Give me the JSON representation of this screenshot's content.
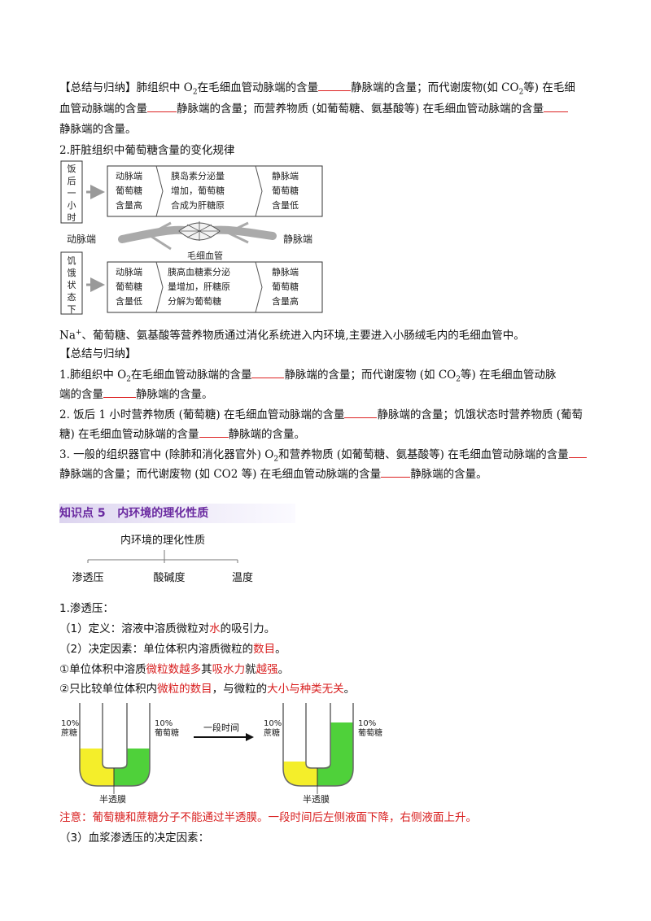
{
  "summary_top": {
    "l1a": "【总结与归纳】肺组织中 O",
    "l1sub": "2",
    "l1b": "在毛细血管动脉端的含量",
    "l1c": "静脉端的含量；而代谢废物(如 CO",
    "l1sub2": "2",
    "l1d": "等) 在毛细",
    "l2a": "血管动脉端的含量",
    "l2b": "静脉端的含量；而营养物质 (如葡萄糖、氨基酸等) 在毛细血管动脉端的含量",
    "l3": "静脉端的含量。"
  },
  "liver_heading": "2.肝脏组织中葡萄糖含量的变化规律",
  "liver_diagram": {
    "top_side": [
      "饭",
      "后",
      "一",
      "小",
      "时"
    ],
    "top_boxes": [
      [
        "动脉端",
        "葡萄糖",
        "含量高"
      ],
      [
        "胰岛素分泌量",
        "增加，葡萄糖",
        "合成为肝糖原"
      ],
      [
        "静脉端",
        "葡萄糖",
        "含量低"
      ]
    ],
    "artery": "动脉端",
    "vein": "静脉端",
    "capillary": "毛细血管",
    "bottom_side": [
      "饥",
      "饿",
      "状",
      "态",
      "下"
    ],
    "bottom_boxes": [
      [
        "动脉端",
        "葡萄糖",
        "含量低"
      ],
      [
        "胰高血糖素分泌",
        "量增加，肝糖原",
        "分解为葡萄糖"
      ],
      [
        "静脉端",
        "葡萄糖",
        "含量高"
      ]
    ]
  },
  "nutrient_line_a": "Na",
  "nutrient_line_sup": "+",
  "nutrient_line_b": "、葡萄糖、氨基酸等营养物质通过消化系统进入内环境,主要进入小肠绒毛内的毛细血管中。",
  "summary2": {
    "title": "【总结与归纳】",
    "i1a": "1.肺组织中 O",
    "i1sub": "2",
    "i1b": "在毛细血管动脉端的含量",
    "i1c": "静脉端的含量；而代谢废物 (如 CO",
    "i1sub2": "2",
    "i1d": "等) 在毛细血管动脉",
    "i1e": "端的含量",
    "i1f": "静脉端的含量。",
    "i2a": "2. 饭后 1 小时营养物质 (葡萄糖) 在毛细血管动脉端的含量",
    "i2b": "静脉端的含量；饥饿状态时营养物质 (葡萄",
    "i2c": "糖) 在毛细血管动脉端的含量",
    "i2d": "静脉端的含量。",
    "i3a": "3. 一般的组织器官中 (除肺和消化器官外) O",
    "i3sub": "2",
    "i3b": "和营养物质 (如葡萄糖、氨基酸等) 在毛细血管动脉端的含量",
    "i3c": "静脉端的含量；而代谢废物 (如 CO2 等) 在毛细血管动脉端的含量",
    "i3d": "静脉端的含量。"
  },
  "knowledge_point": "知识点 5   内环境的理化性质",
  "tree": {
    "root": "内环境的理化性质",
    "children": [
      "渗透压",
      "酸碱度",
      "温度"
    ]
  },
  "osmotic": {
    "h": "1.渗透压：",
    "d1a": "（1）定义：溶液中溶质微粒对",
    "d1b": "水",
    "d1c": "的吸引力。",
    "d2a": "（2）决定因素：单位体积内溶质微粒的",
    "d2b": "数目",
    "d2c": "。",
    "r1a": "①单位体积中溶质",
    "r1b": "微粒数越多",
    "r1c": "其",
    "r1d": "吸水力",
    "r1e": "就",
    "r1f": "越强",
    "r1g": "。",
    "r2a": "②只比较单位体积内",
    "r2b": "微粒的数目",
    "r2c": "，与微粒的",
    "r2d": "大小与种类无关",
    "r2e": "。"
  },
  "u_tube": {
    "left_label1": "10%",
    "left_label2": "蔗糖",
    "right_label1": "10%",
    "right_label2": "葡萄糖",
    "membrane": "半透膜",
    "arrow_label": "一段时间",
    "colors": {
      "yellow": "#f4ee2a",
      "green": "#4fd13a"
    }
  },
  "note": "注意：葡萄糖和蔗糖分子不能通过半透膜。一段时间后左侧液面下降，右侧液面上升。",
  "plasma_heading": "（3）血浆渗透压的决定因素："
}
